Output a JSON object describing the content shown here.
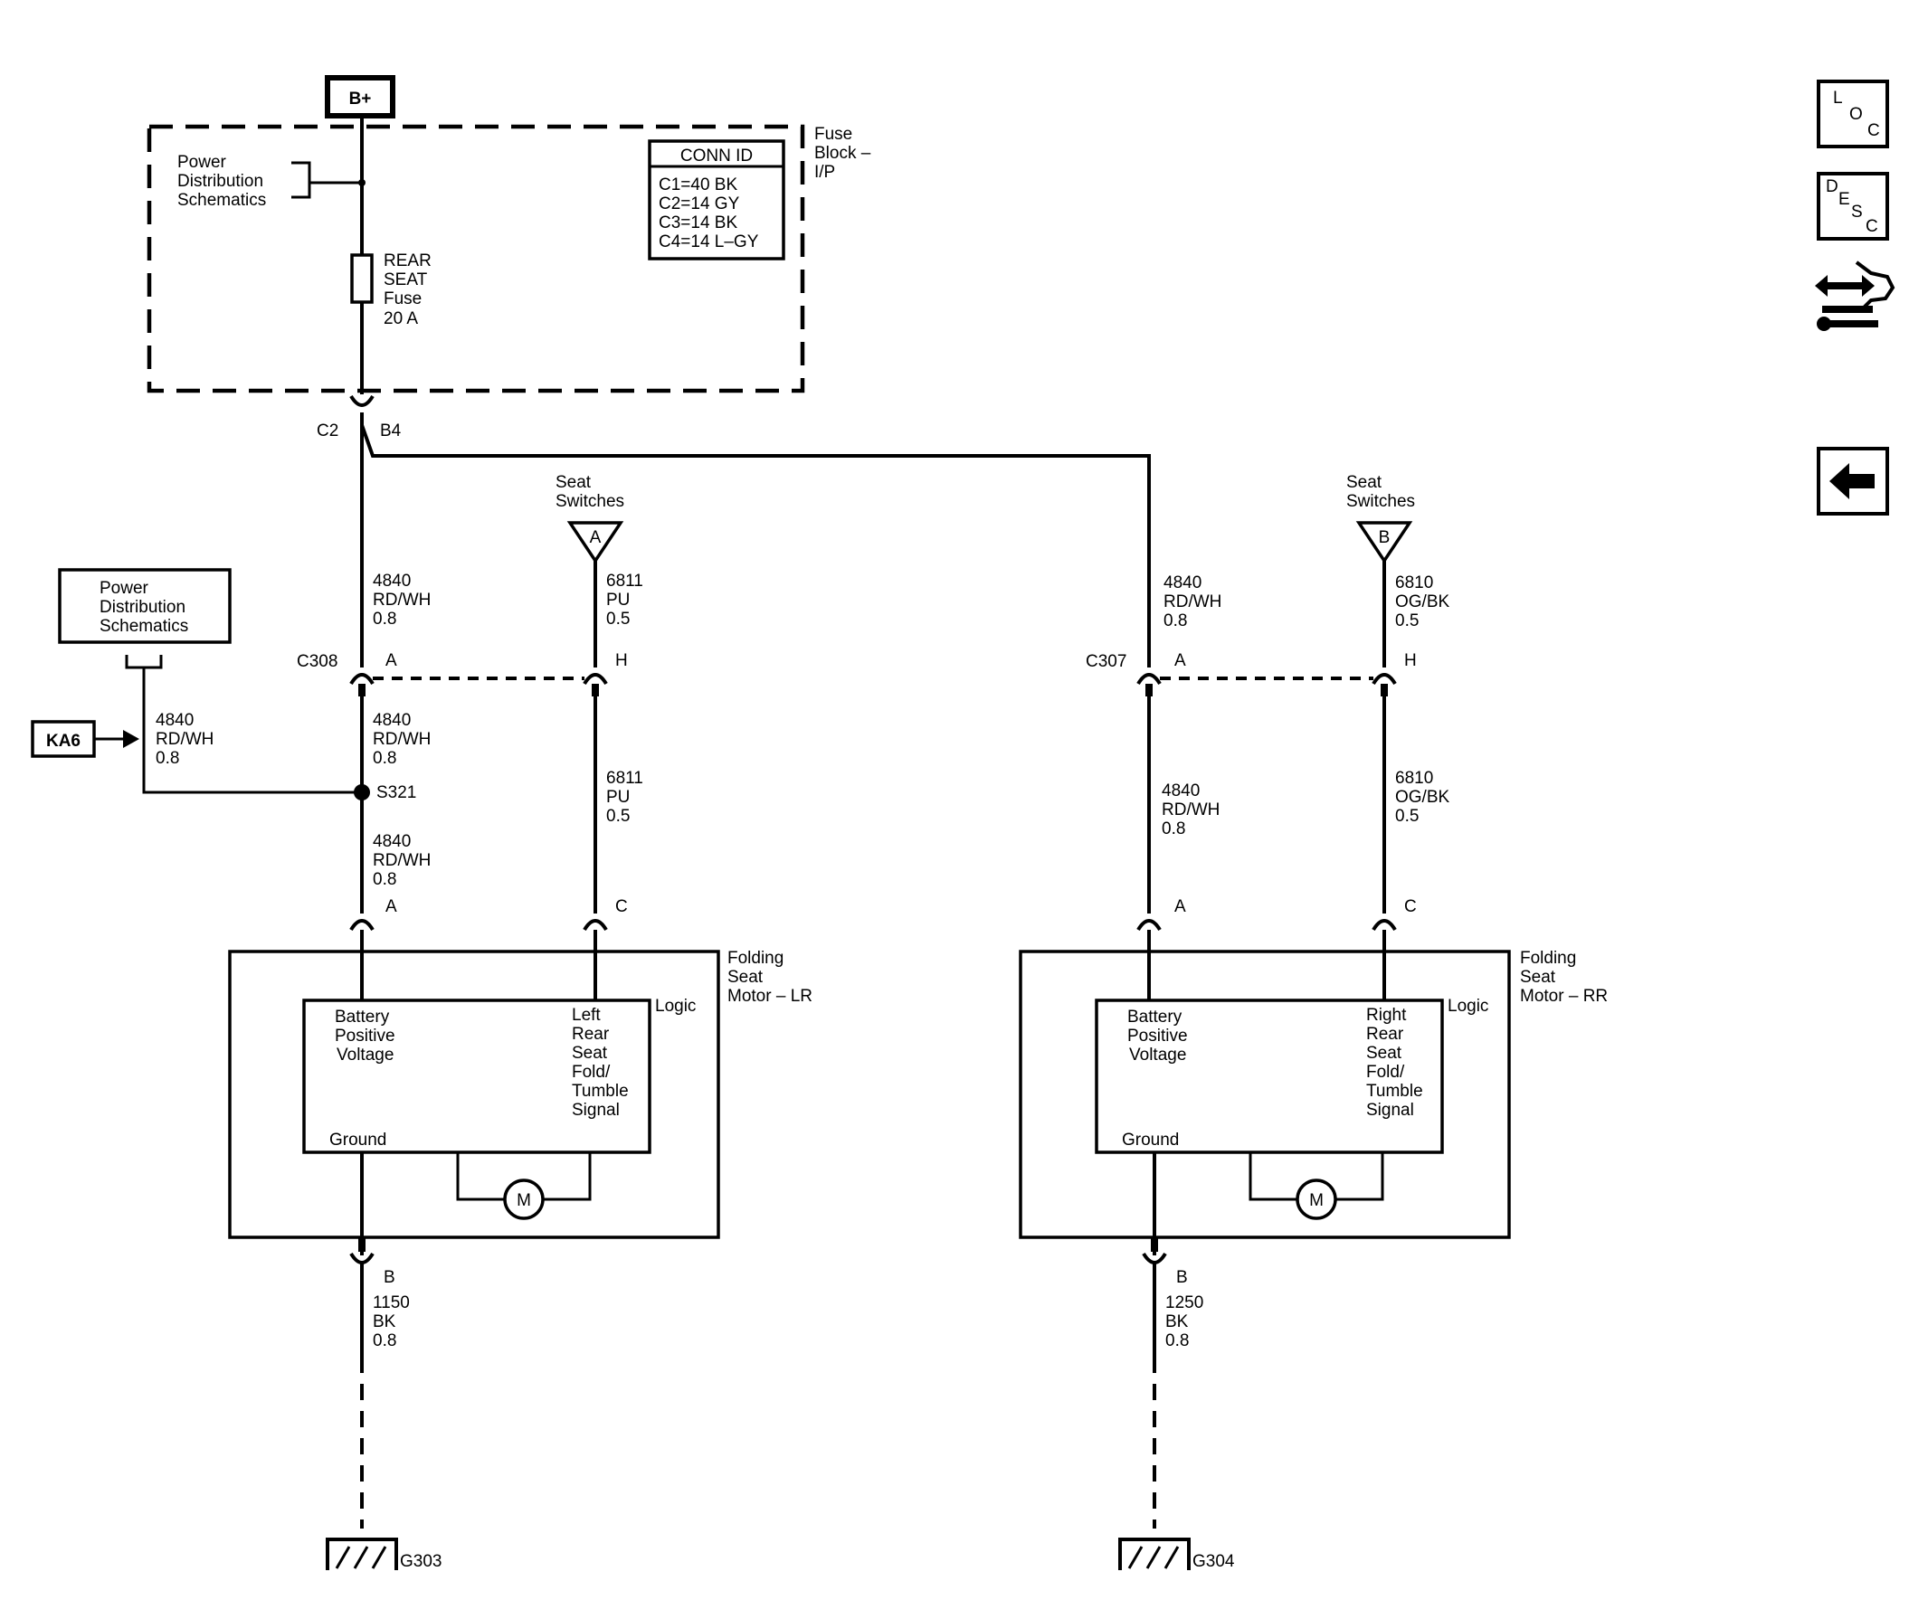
{
  "power": {
    "bplus": "B+"
  },
  "fuse_block": {
    "title_lines": [
      "Fuse",
      "Block –",
      "I/P"
    ],
    "pds_lines": [
      "Power",
      "Distribution",
      "Schematics"
    ],
    "fuse_lines": [
      "REAR",
      "SEAT",
      "Fuse",
      "20 A"
    ],
    "conn_id": {
      "header": "CONN ID",
      "rows": [
        "C1=40 BK",
        "C2=14 GY",
        "C3=14 BK",
        "C4=14 L–GY"
      ]
    }
  },
  "fuse_out": {
    "connector": "C2",
    "pin": "B4"
  },
  "pds_box": {
    "lines": [
      "Power",
      "Distribution",
      "Schematics"
    ]
  },
  "ka6": {
    "label": "KA6",
    "wire": [
      "4840",
      "RD/WH",
      "0.8"
    ]
  },
  "left": {
    "seat_switches": {
      "lines": [
        "Seat",
        "Switches"
      ],
      "ref": "A"
    },
    "wire_top_a": [
      "4840",
      "RD/WH",
      "0.8"
    ],
    "wire_top_h": [
      "6811",
      "PU",
      "0.5"
    ],
    "connector": "C308",
    "pin_a": "A",
    "pin_h": "H",
    "wire_mid_a": [
      "4840",
      "RD/WH",
      "0.8"
    ],
    "splice": "S321",
    "wire_low_a": [
      "4840",
      "RD/WH",
      "0.8"
    ],
    "wire_mid_c": [
      "6811",
      "PU",
      "0.5"
    ],
    "motor_pin_a": "A",
    "motor_pin_c": "C",
    "motor_title": [
      "Folding",
      "Seat",
      "Motor – LR"
    ],
    "logic": "Logic",
    "battery": [
      "Battery",
      "Positive",
      "Voltage"
    ],
    "signal": [
      "Left",
      "Rear",
      "Seat",
      "Fold/",
      "Tumble",
      "Signal"
    ],
    "ground": "Ground",
    "motor": "M",
    "ground_pin": "B",
    "ground_wire": [
      "1150",
      "BK",
      "0.8"
    ],
    "ground_id": "G303"
  },
  "right": {
    "seat_switches": {
      "lines": [
        "Seat",
        "Switches"
      ],
      "ref": "B"
    },
    "wire_top_a": [
      "4840",
      "RD/WH",
      "0.8"
    ],
    "wire_top_h": [
      "6810",
      "OG/BK",
      "0.5"
    ],
    "connector": "C307",
    "pin_a": "A",
    "pin_h": "H",
    "wire_mid_a": [
      "4840",
      "RD/WH",
      "0.8"
    ],
    "wire_mid_c": [
      "6810",
      "OG/BK",
      "0.5"
    ],
    "motor_pin_a": "A",
    "motor_pin_c": "C",
    "motor_title": [
      "Folding",
      "Seat",
      "Motor – RR"
    ],
    "logic": "Logic",
    "battery": [
      "Battery",
      "Positive",
      "Voltage"
    ],
    "signal": [
      "Right",
      "Rear",
      "Seat",
      "Fold/",
      "Tumble",
      "Signal"
    ],
    "ground": "Ground",
    "motor": "M",
    "ground_pin": "B",
    "ground_wire": [
      "1250",
      "BK",
      "0.8"
    ],
    "ground_id": "G304"
  },
  "nav": {
    "loc": [
      "L",
      "O",
      "C"
    ],
    "desc": [
      "D",
      "E",
      "S",
      "C"
    ],
    "icons": [
      "component-connector-icon",
      "back-arrow-icon"
    ]
  }
}
